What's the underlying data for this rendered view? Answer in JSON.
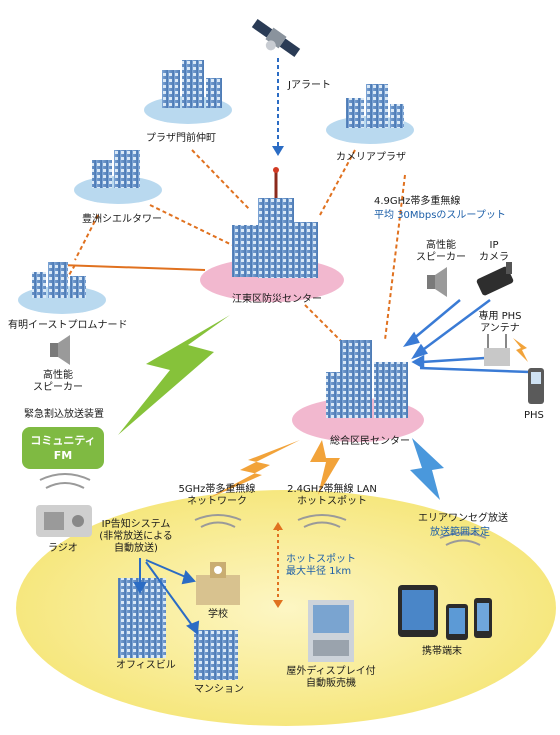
{
  "labels": {
    "alert": "Jアラート",
    "plaza": "プラザ門前仲町",
    "camera_plaza": "カメリアプラザ",
    "toyosu": "豊洲シエルタワー",
    "ariake": "有明イーストプロムナード",
    "speaker_left": [
      "高性能",
      "スピーカー"
    ],
    "emergency": "緊急割込放送装置",
    "fm": [
      "コミュニティ",
      "FM"
    ],
    "radio": "ラジオ",
    "koto_center": "江東区防災センター",
    "sogo_center": "総合区民センター",
    "link_49": "4.9GHz帯多重無線",
    "link_49_sub": "平均 30Mbpsのスループット",
    "speaker_right": [
      "高性能",
      "スピーカー"
    ],
    "ip_camera": [
      "IP",
      "カメラ"
    ],
    "phs_antenna": [
      "専用 PHS",
      "アンテナ"
    ],
    "phs": "PHS",
    "net_5g": [
      "5GHz帯多重無線",
      "ネットワーク"
    ],
    "lan_24": [
      "2.4GHz帯無線 LAN",
      "ホットスポット"
    ],
    "area_one": "エリアワンセグ放送",
    "area_one_sub": "放送範囲未定",
    "ip_system": [
      "IP告知システム",
      "(非常放送による",
      "自動放送)"
    ],
    "school": "学校",
    "hotspot": [
      "ホットスポット",
      "最大半径 1km"
    ],
    "office": "オフィスビル",
    "mansion": "マンション",
    "vending": [
      "屋外ディスプレイ付",
      "自動販売機"
    ],
    "mobile": "携帯端末"
  },
  "colors": {
    "link_orange": "#e0711f",
    "link_blue": "#2b6cc4",
    "lightning_green": "#86c23a",
    "lightning_orange": "#f2a33a",
    "lightning_blue": "#4a98dc",
    "platform_blue": "#b9d9ef",
    "platform_pink": "#f2b8cf",
    "area_yellow": "#faf0a8",
    "building_blue": "#5f8dc3"
  }
}
